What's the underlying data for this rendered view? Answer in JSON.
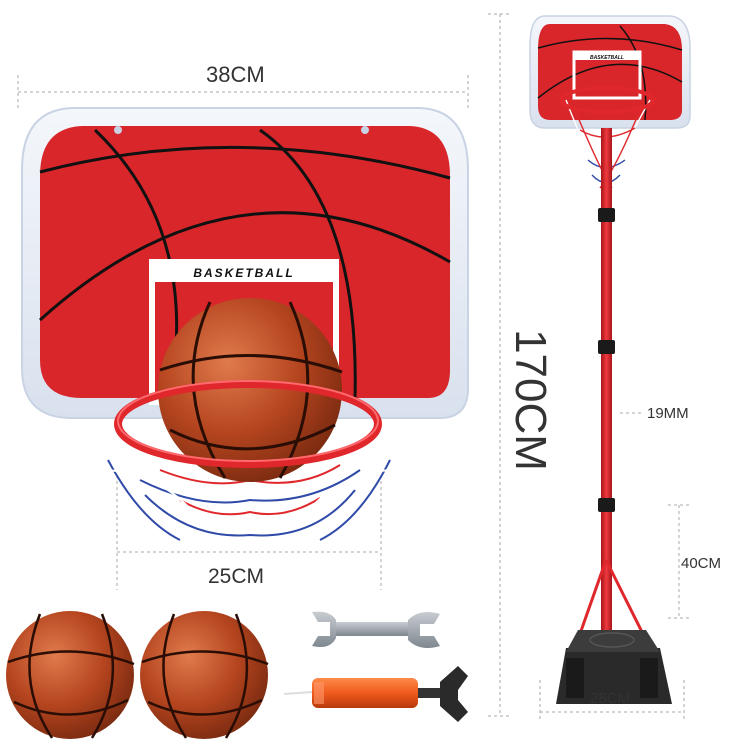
{
  "product": {
    "backboard_label": "BASKETBALL",
    "dimensions": {
      "backboard_width": "38CM",
      "rim_diameter": "25CM",
      "total_height": "170CM",
      "pole_diameter": "19MM",
      "pole_segment": "40CM",
      "base_width": "28CM"
    }
  },
  "colors": {
    "board_red": "#d8262b",
    "board_frame": "#e9eef6",
    "rim_red": "#e0282c",
    "ball_brown": "#b5451f",
    "pump_orange": "#f05a1c",
    "wrench_gray": "#9aa3ab",
    "base_black": "#2a2a2a",
    "dim_line": "#aaaaaa"
  },
  "items": {
    "balls": 2,
    "tools": [
      "wrench-icon",
      "pump-icon"
    ]
  }
}
